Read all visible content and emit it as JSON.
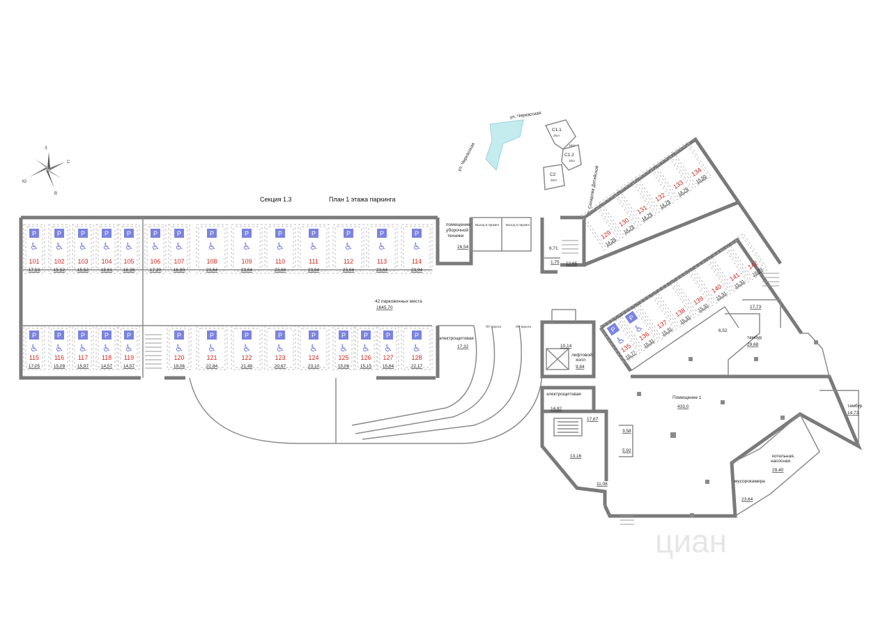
{
  "header": {
    "section": "Секция 1.3",
    "plan_title": "План 1 этажа паркинга"
  },
  "compass": {
    "north": "З",
    "east": "С",
    "south": "В",
    "west": "Ю"
  },
  "streets": {
    "street_top": "ул. Черкасская",
    "street_left": "ул. Черкасская",
    "street_right": "ул. Сахарова Дотяйской"
  },
  "towers": {
    "c11": "С1.1",
    "c11_sub": "26эт",
    "c12": "С1.2",
    "c12_sub": "16эт",
    "c12_mid": "16эт",
    "c2": "С2",
    "c2_sub": "25эт"
  },
  "summary": {
    "label": "42 парковочных места",
    "area": "1645,70"
  },
  "top_row_spots": [
    {
      "n": "101",
      "a": "17,53"
    },
    {
      "n": "102",
      "a": "15,52"
    },
    {
      "n": "103",
      "a": "15,52"
    },
    {
      "n": "104",
      "a": "15,61"
    },
    {
      "n": "105",
      "a": "16,38"
    },
    {
      "n": "106",
      "a": "17,30"
    },
    {
      "n": "107",
      "a": "16,80"
    },
    {
      "n": "108",
      "a": "23,64"
    },
    {
      "n": "109",
      "a": "23,64"
    },
    {
      "n": "110",
      "a": "23,64"
    },
    {
      "n": "111",
      "a": "23,64"
    },
    {
      "n": "112",
      "a": "23,64"
    },
    {
      "n": "113",
      "a": "23,64"
    },
    {
      "n": "114",
      "a": "23,94"
    }
  ],
  "bottom_row_spots": [
    {
      "n": "115",
      "a": "17,05"
    },
    {
      "n": "116",
      "a": "15,09"
    },
    {
      "n": "117",
      "a": "15,97"
    },
    {
      "n": "118",
      "a": "14,57"
    },
    {
      "n": "119",
      "a": "14,57"
    },
    {
      "n": "120",
      "a": "19,06"
    },
    {
      "n": "121",
      "a": "22,84"
    },
    {
      "n": "122",
      "a": "21,49"
    },
    {
      "n": "123",
      "a": "20,67"
    },
    {
      "n": "124",
      "a": "23,10"
    },
    {
      "n": "125",
      "a": "15,06"
    },
    {
      "n": "126",
      "a": "15,15"
    },
    {
      "n": "127",
      "a": "15,64"
    },
    {
      "n": "128",
      "a": "22,17"
    }
  ],
  "wing_upper_spots": [
    {
      "n": "129",
      "a": "14,26"
    },
    {
      "n": "130",
      "a": "14,79"
    },
    {
      "n": "131",
      "a": "14,79"
    },
    {
      "n": "132",
      "a": "14,79"
    },
    {
      "n": "133",
      "a": "14,79"
    },
    {
      "n": "134",
      "a": "15,50"
    }
  ],
  "wing_lower_spots": [
    {
      "n": "135",
      "a": "15,77"
    },
    {
      "n": "136",
      "a": "15,31"
    },
    {
      "n": "137",
      "a": "15,31"
    },
    {
      "n": "138",
      "a": "15,31"
    },
    {
      "n": "139",
      "a": "15,31"
    },
    {
      "n": "140",
      "a": "15,31"
    },
    {
      "n": "141",
      "a": "15,31"
    },
    {
      "n": "142",
      "a": "16,03"
    }
  ],
  "parking_symbol": "P",
  "wheelchair_symbol": "♿",
  "rooms": {
    "cleaning_label": "помещение\nуборочной\nтехники",
    "cleaning_area": "16,54",
    "exit1": "Выход в паркинг",
    "exit2": "Выход в паркинг",
    "small_a": "6,71",
    "small_b": "1,75",
    "small_c": "12,65",
    "elec1_label": "электрощитовая",
    "elec1_area": "17,32",
    "gate1": "ПП ворота",
    "gate2": "ПП ворота",
    "lift_a": "10,14",
    "lift_hall_label": "лифтовой\nхолл",
    "lift_hall_area": "9,84",
    "elec2_label": "электрощитовая",
    "elec2_area": "14,82",
    "r1767": "17,67",
    "r358": "3,58",
    "r592": "5,92",
    "r1316": "13,16",
    "r1108": "11,08",
    "r652": "6,52",
    "r1773": "17,73",
    "tambur1_label": "тамбур",
    "tambur1_area": "29,68",
    "main_label": "Помещение 1",
    "main_area": "433,0",
    "tambur2_label": "тамбур",
    "tambur2_area": "14,73",
    "boiler_label": "котельная,\nнасосная",
    "boiler_area": "29,40",
    "trash_label": "мусорокамера",
    "trash_area": "23,64"
  },
  "watermark": "циан"
}
